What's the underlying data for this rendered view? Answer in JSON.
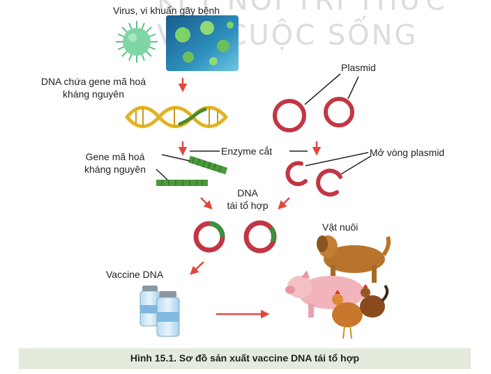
{
  "labels": {
    "pathogen": "Virus, vi khuẩn gây bệnh",
    "dna_gene_line1": "DNA chứa gene mã hoá",
    "dna_gene_line2": "kháng nguyên",
    "plasmid": "Plasmid",
    "enzyme": "Enzyme cắt",
    "gene_line1": "Gene mã hoá",
    "gene_line2": "kháng nguyên",
    "open_plasmid": "Mở vòng plasmid",
    "recombinant_line1": "DNA",
    "recombinant_line2": "tái tổ hợp",
    "livestock": "Vật nuôi",
    "vaccine": "Vaccine DNA"
  },
  "watermark": {
    "line1": "KẾT NỐI TRI THỨC",
    "line2": "VỚI CUỘC SỐNG"
  },
  "caption": "Hình 15.1. Sơ đồ sản xuất vaccine DNA tái tổ hợp",
  "colors": {
    "arrow": "#e0483c",
    "plasmid_ring": "#c23643",
    "recombinant_segment": "#3c8f3e",
    "dna_strand_yellow": "#e3b21f",
    "dna_strand_green": "#4a8a2c",
    "virus_green": "#5cc08a",
    "caption_bg": "#e4eadc"
  },
  "icons": [
    "virus-icon",
    "bacteria-panel-icon",
    "dna-helix-icon",
    "plasmid-icon",
    "vaccine-vial-icon",
    "dog-icon",
    "pig-icon",
    "chicken-icon"
  ]
}
